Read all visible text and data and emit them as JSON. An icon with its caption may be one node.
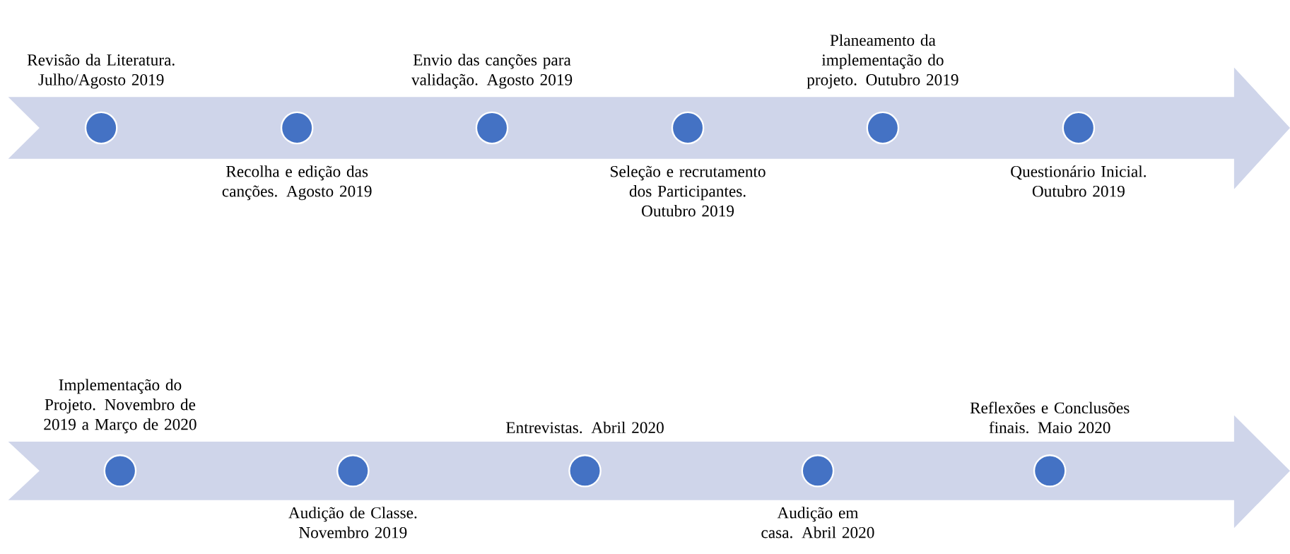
{
  "diagram": {
    "nodes": [
      {
        "text": [],
        "shape": "arrow"
      },
      {
        "text": [],
        "shape": "circle",
        "in": 0,
        "beside": [
          "Revisão da Literatura. Julho/Agosto 2019"
        ]
      },
      {
        "text": [],
        "shape": "circle",
        "in": 0,
        "beside": [
          "Recolha e edição das canções. Agosto 2019"
        ]
      },
      {
        "text": [],
        "shape": "circle",
        "in": 0,
        "beside": [
          "Envio das canções para validação. Agosto 2019"
        ]
      },
      {
        "text": [],
        "shape": "circle",
        "in": 0,
        "beside": [
          "Seleção e recrutamento dos Participantes. Outubro 2019"
        ]
      },
      {
        "text": [],
        "shape": "circle",
        "in": 0,
        "beside": [
          "Planeamento da implementação do projeto. Outubro 2019"
        ]
      },
      {
        "text": [],
        "shape": "circle",
        "in": 0,
        "beside": [
          "Questionário Inicial. Outubro 2019"
        ]
      },
      {
        "text": [],
        "shape": "arrow"
      },
      {
        "text": [],
        "shape": "circle",
        "in": 7,
        "beside": [
          "Implementação do Projeto. Novembro de 2019 a Março de 2020"
        ]
      },
      {
        "text": [],
        "shape": "circle",
        "in": 7,
        "beside": [
          "Audição de Classe. Novembro 2019"
        ]
      },
      {
        "text": [],
        "shape": "circle",
        "in": 7,
        "beside": [
          "Entrevistas. Abril 2020"
        ]
      },
      {
        "text": [],
        "shape": "circle",
        "in": 7,
        "beside": [
          "Audição em casa. Abril 2020"
        ]
      },
      {
        "text": [],
        "shape": "circle",
        "in": 7,
        "beside": [
          "Reflexões e Conclusões finais. Maio 2020"
        ]
      }
    ]
  }
}
